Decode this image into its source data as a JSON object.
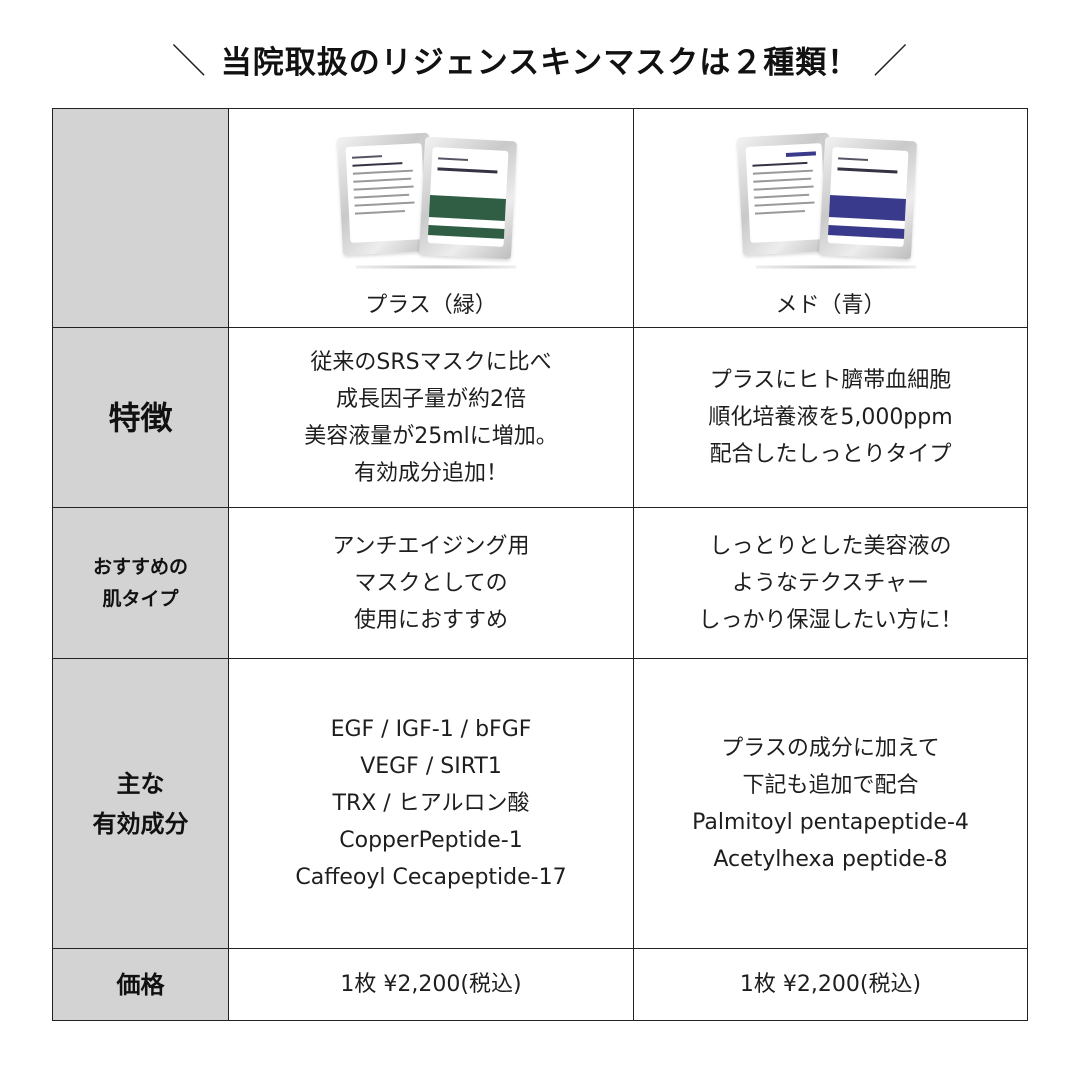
{
  "title": {
    "prefix": "＼",
    "text": "当院取扱のリジェンスキンマスクは２種類！",
    "suffix": "／"
  },
  "colors": {
    "label_bg": "#d3d3d3",
    "border": "#222222",
    "plus_green": "#2f5e45",
    "med_blue": "#3a3a8c"
  },
  "products": [
    {
      "name": "プラス（緑）",
      "image": "srs-mask-pack-plus-green-package",
      "accent": "#2f5e45"
    },
    {
      "name": "メド（青）",
      "image": "srs-mask-pack-med-blue-package",
      "accent": "#3a3a8c"
    }
  ],
  "rows": [
    {
      "label": [
        "特徴"
      ],
      "plus": [
        "従来のSRSマスクに比べ",
        "成長因子量が約2倍",
        "美容液量が25mlに増加。",
        "有効成分追加！"
      ],
      "med": [
        "プラスにヒト臍帯血細胞",
        "順化培養液を5,000ppm",
        "配合したしっとりタイプ"
      ]
    },
    {
      "label": [
        "おすすめの",
        "肌タイプ"
      ],
      "plus": [
        "アンチエイジング用",
        "マスクとしての",
        "使用におすすめ"
      ],
      "med": [
        "しっとりとした美容液の",
        "ようなテクスチャー",
        "しっかり保湿したい方に！"
      ]
    },
    {
      "label": [
        "主な",
        "有効成分"
      ],
      "plus": [
        "EGF / IGF-1 / bFGF",
        "VEGF / SIRT1",
        "TRX / ヒアルロン酸",
        "CopperPeptide-1",
        "Caffeoyl Cecapeptide-17"
      ],
      "med": [
        "プラスの成分に加えて",
        "下記も追加で配合",
        "Palmitoyl pentapeptide-4",
        "Acetylhexa peptide-8"
      ]
    },
    {
      "label": [
        "価格"
      ],
      "plus": [
        "1枚 ¥2,200(税込)"
      ],
      "med": [
        "1枚 ¥2,200(税込)"
      ]
    }
  ]
}
